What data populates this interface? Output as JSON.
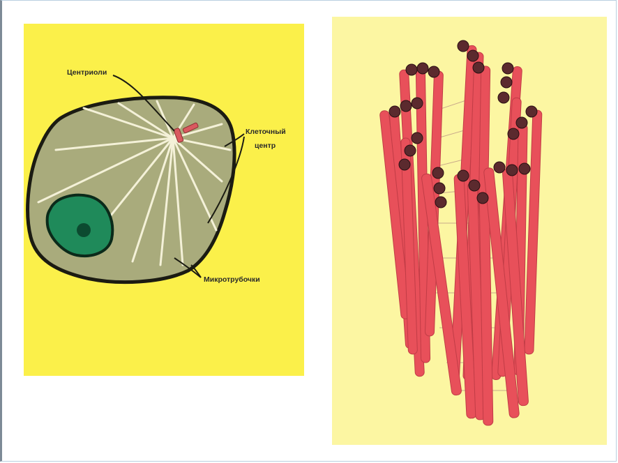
{
  "labels": {
    "centrioles": "Центриоли",
    "cell_center_line1": "Клеточный",
    "cell_center_line2": "центр",
    "microtubules": "Микротрубочки"
  },
  "colors": {
    "left_panel_bg": "#fbf04a",
    "right_panel_bg": "#fcf6a2",
    "cytoplasm": "#a9ab7c",
    "nucleus": "#1f8a5a",
    "microtubule_red": "#e8505a",
    "tubule_cap": "#5b2a2e"
  }
}
